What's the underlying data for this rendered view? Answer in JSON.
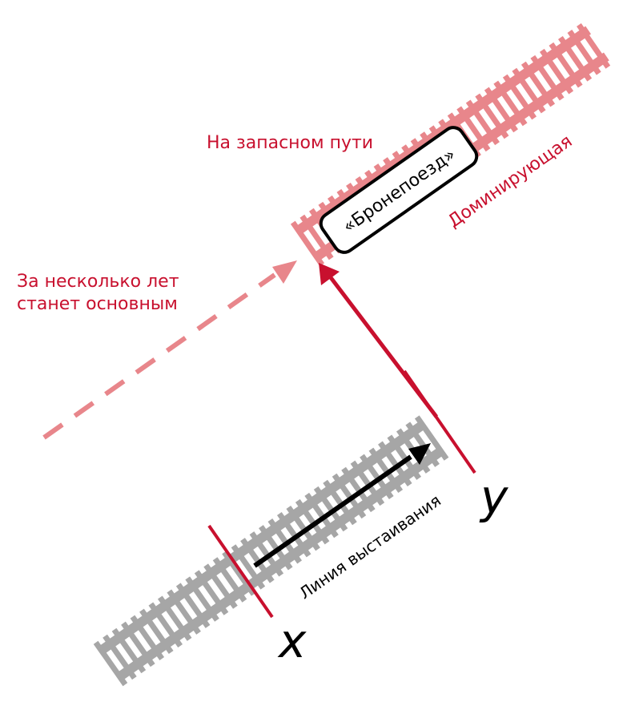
{
  "labels": {
    "reserve_track": "На запасном пути",
    "dominant": "Доминирующая",
    "armored_train": "«Бронепоезд»",
    "future_line1": "За несколько лет",
    "future_line2": "станет основным",
    "waiting_line": "Линия выстаивания",
    "x_var": "x",
    "y_var": "y"
  },
  "colors": {
    "accent_red": "#c8102e",
    "pink": "#e8868b",
    "gray_track": "#a6a6a6",
    "black": "#000000"
  }
}
